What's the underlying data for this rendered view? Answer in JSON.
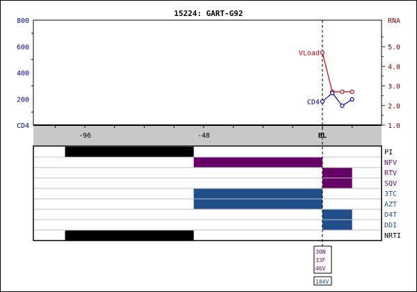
{
  "chart_data": {
    "type": "line",
    "title": "15224: GART-G92",
    "xaxis": {
      "ticks": [
        {
          "value": -96,
          "label": "-96"
        },
        {
          "value": -48,
          "label": "-48"
        },
        {
          "value": 0,
          "label": "BL"
        }
      ],
      "range": [
        -116.8,
        23.9
      ],
      "minor_step": 12
    },
    "left_axis": {
      "label": "CD4",
      "range": [
        0,
        800
      ],
      "ticks": [
        200,
        400,
        600,
        800
      ],
      "color": "#000099"
    },
    "right_axis": {
      "label": "RNA",
      "range": [
        1.0,
        6.35
      ],
      "ticks": [
        "1.0",
        "2.0",
        "3.0",
        "4.0",
        "5.0"
      ],
      "color": "#800000"
    },
    "series": [
      {
        "name": "VLoad",
        "axis": "right",
        "color": "#cc0000",
        "x": [
          0,
          4,
          8,
          12
        ],
        "y": [
          4.7,
          2.7,
          2.7,
          2.7
        ]
      },
      {
        "name": "CD4",
        "axis": "left",
        "color": "#000099",
        "x": [
          0,
          4,
          8,
          12
        ],
        "y": [
          180,
          245,
          148,
          196
        ]
      }
    ],
    "baseline_x": 0,
    "drugs": [
      {
        "name": "PI",
        "color": "#000000",
        "label_color": "#000000",
        "spans": [
          [
            -104,
            -52
          ]
        ]
      },
      {
        "name": "NFV",
        "color": "#660066",
        "label_color": "#660066",
        "spans": [
          [
            -52,
            0
          ]
        ]
      },
      {
        "name": "RTV",
        "color": "#660066",
        "label_color": "#660066",
        "spans": [
          [
            0,
            12
          ]
        ]
      },
      {
        "name": "SQV",
        "color": "#660066",
        "label_color": "#660066",
        "spans": [
          [
            0,
            12
          ]
        ]
      },
      {
        "name": "3TC",
        "color": "#1f4e8a",
        "label_color": "#1f4e8a",
        "spans": [
          [
            -52,
            0
          ]
        ]
      },
      {
        "name": "AZT",
        "color": "#1f4e8a",
        "label_color": "#1f4e8a",
        "spans": [
          [
            -52,
            0
          ]
        ]
      },
      {
        "name": "D4T",
        "color": "#1f4e8a",
        "label_color": "#1f4e8a",
        "spans": [
          [
            0,
            12
          ]
        ]
      },
      {
        "name": "DDI",
        "color": "#1f4e8a",
        "label_color": "#1f4e8a",
        "spans": [
          [
            0,
            12
          ]
        ]
      },
      {
        "name": "NRTI",
        "color": "#000000",
        "label_color": "#000000",
        "spans": [
          [
            -104,
            -52
          ]
        ]
      }
    ],
    "mutations": {
      "protease": {
        "color": "#660066",
        "items": [
          "30N",
          "33F",
          "46V"
        ]
      },
      "rt": {
        "color": "#1f4e8a",
        "items": [
          "184V"
        ]
      }
    }
  }
}
